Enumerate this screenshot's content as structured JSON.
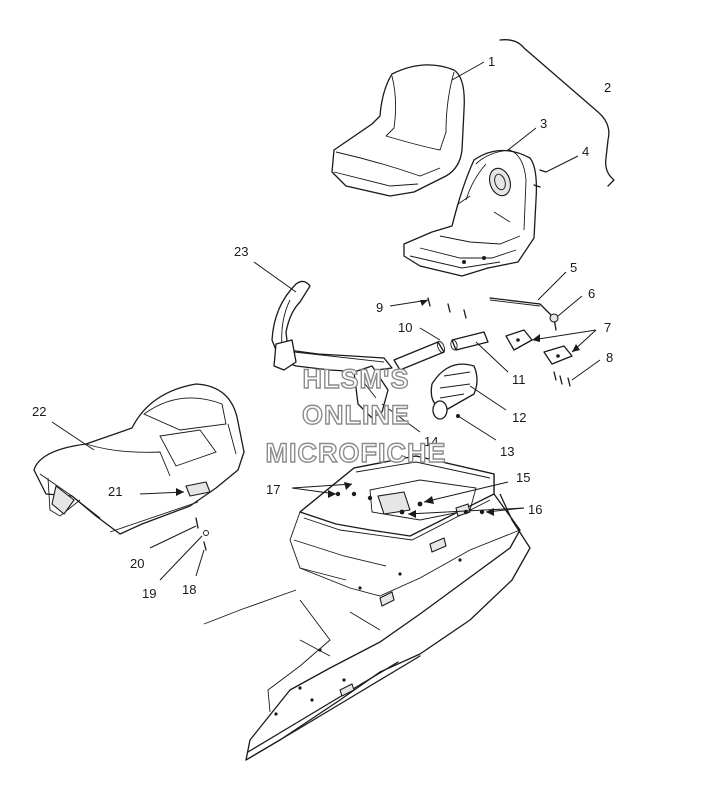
{
  "callouts": [
    {
      "id": "c1",
      "text": "1"
    },
    {
      "id": "c2",
      "text": "2"
    },
    {
      "id": "c3",
      "text": "3"
    },
    {
      "id": "c4",
      "text": "4"
    },
    {
      "id": "c5",
      "text": "5"
    },
    {
      "id": "c6",
      "text": "6"
    },
    {
      "id": "c7",
      "text": "7"
    },
    {
      "id": "c8",
      "text": "8"
    },
    {
      "id": "c9",
      "text": "9"
    },
    {
      "id": "c10",
      "text": "10"
    },
    {
      "id": "c11",
      "text": "11"
    },
    {
      "id": "c12",
      "text": "12"
    },
    {
      "id": "c13",
      "text": "13"
    },
    {
      "id": "c14",
      "text": "14"
    },
    {
      "id": "c15",
      "text": "15"
    },
    {
      "id": "c16",
      "text": "16"
    },
    {
      "id": "c17",
      "text": "17"
    },
    {
      "id": "c18",
      "text": "18"
    },
    {
      "id": "c19",
      "text": "19"
    },
    {
      "id": "c20",
      "text": "20"
    },
    {
      "id": "c21",
      "text": "21"
    },
    {
      "id": "c22",
      "text": "22"
    },
    {
      "id": "c23",
      "text": "23"
    }
  ],
  "watermark": {
    "line1": "HLSM'S",
    "line2": "ONLINE",
    "line3": "MICROFICHE",
    "stroke_color": "#8c8c8c"
  },
  "colors": {
    "line": "#1a1a1a",
    "background": "#ffffff"
  }
}
